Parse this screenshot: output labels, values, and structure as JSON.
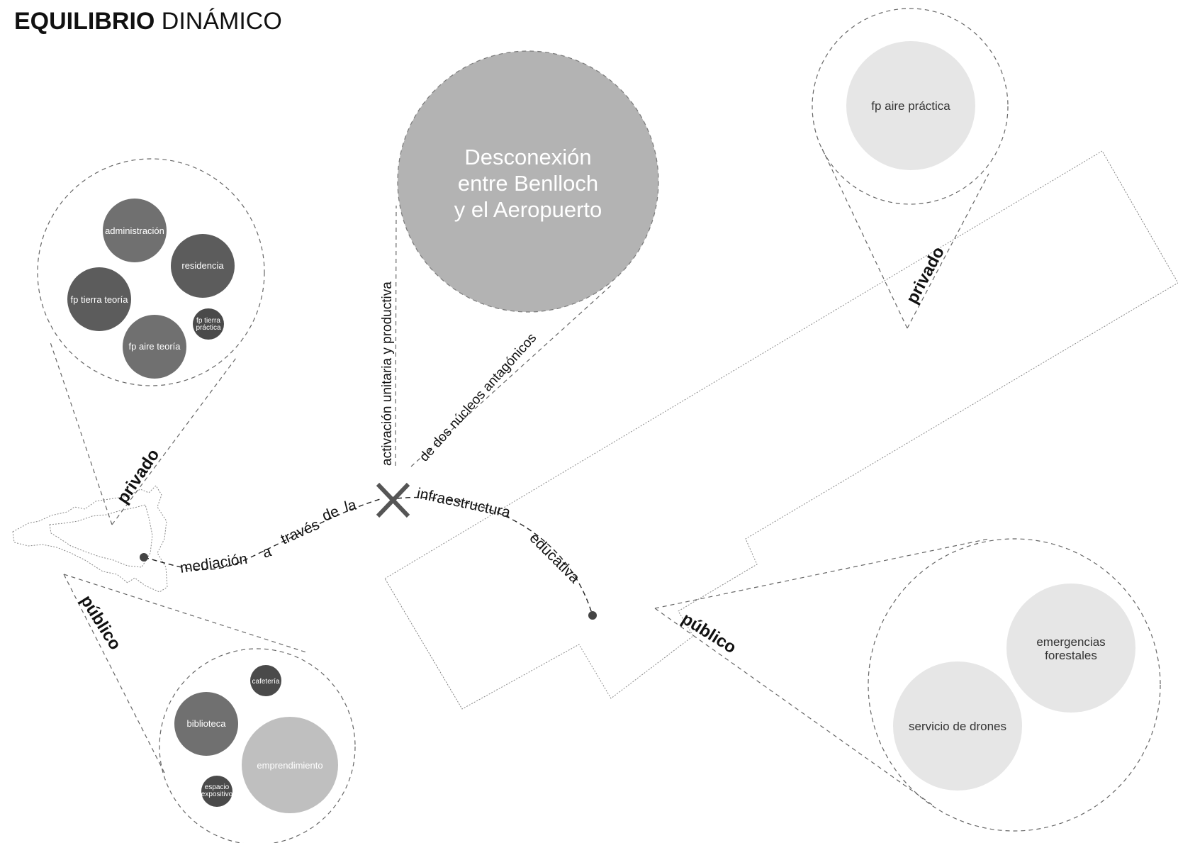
{
  "title": {
    "bold": "EQUILIBRIO",
    "regular": "DINÁMICO"
  },
  "labels": {
    "privado_left": "privado",
    "publico_left": "público",
    "privado_right": "privado",
    "publico_right": "público",
    "vertical_axis": "activación unitaria y productiva",
    "diagonal_axis": "de dos núcleos antagónicos",
    "mediation_words": [
      "mediación",
      "a",
      "través",
      "de",
      "la"
    ],
    "infra_words": [
      "infraestructura",
      "educativa"
    ]
  },
  "central_bubble": {
    "lines": [
      "Desconexión",
      "entre Benlloch",
      "y el Aeropuerto"
    ]
  },
  "privado_left_bubbles": {
    "administracion": "administración",
    "residencia": "residencia",
    "fp_tierra_teoria": "fp tierra teoría",
    "fp_aire_teoria": "fp aire teoría",
    "fp_tierra_practica": [
      "fp tierra",
      "práctica"
    ]
  },
  "publico_left_bubbles": {
    "cafeteria": "cafetería",
    "biblioteca": "biblioteca",
    "emprendimiento": "emprendimiento",
    "espacio_expositivo": [
      "espacio",
      "expositivo"
    ]
  },
  "privado_right_bubbles": {
    "fp_aire_practica": "fp aire práctica"
  },
  "publico_right_bubbles": {
    "emergencias_forestales": [
      "emergencias",
      "forestales"
    ],
    "servicio_drones": "servicio de drones"
  },
  "colors": {
    "dark": "#5c5c5c",
    "mid": "#707070",
    "darker": "#4a4a4a",
    "light": "#b3b3b3",
    "lighter": "#bfbfbf",
    "pale": "#e6e6e6"
  }
}
